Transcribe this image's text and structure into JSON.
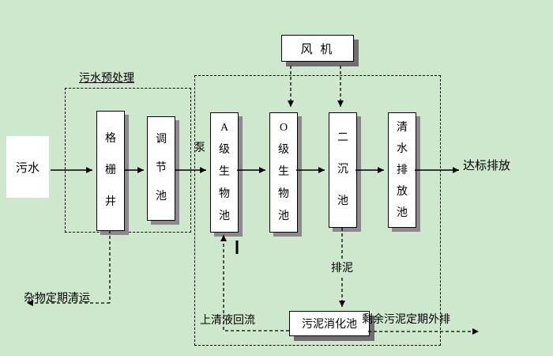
{
  "colors": {
    "background": "#cde8cd",
    "box_fill": "#ffffff",
    "box_border": "#000000",
    "box_shadow": "#8a8a8a",
    "box_shadow_dark": "#6f6f6f",
    "line": "#000000"
  },
  "groups": {
    "pretreatment_label": "污水预处理"
  },
  "nodes": {
    "influent": "污水",
    "grid_well": "格\n栅\n井",
    "regulating_tank": "调\n节\n池",
    "a_bio_tank": "A\n级\n生\n物\n池",
    "o_bio_tank": "O\n级\n生\n物\n池",
    "secondary_sedimentation_tank": "二\n沉\n池",
    "clear_water_discharge_tank": "清\n水\n排\n放\n池",
    "fan": "风 机",
    "sludge_digestion_tank": "污泥消化池"
  },
  "labels": {
    "pump": "泵",
    "discharge": "达标排放",
    "sludge_out": "排泥",
    "supernatant_reflux": "上清液回流",
    "excess_sludge": "剩余污泥定期外排",
    "debris_removal": "杂物定期清运"
  }
}
